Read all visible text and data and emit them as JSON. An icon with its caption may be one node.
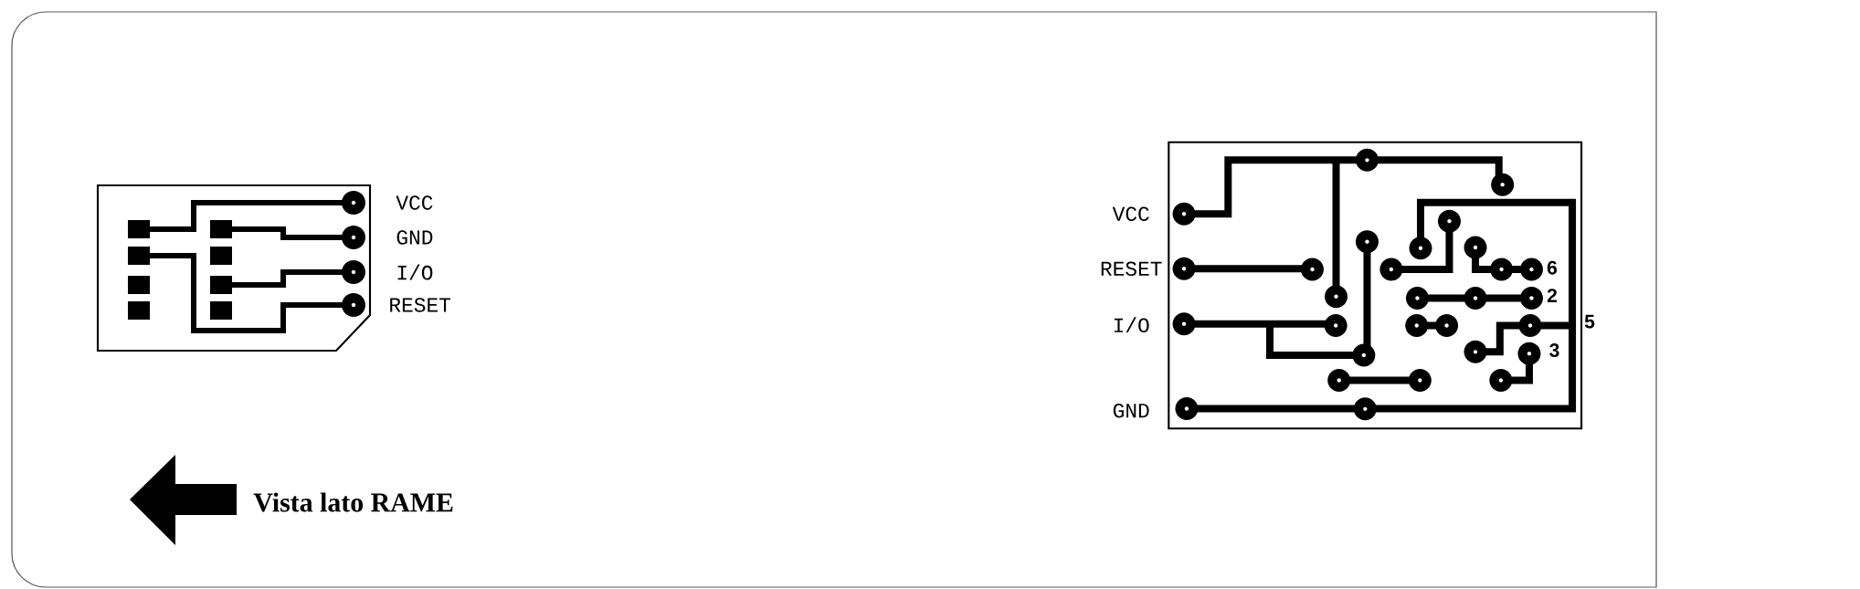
{
  "diagram": {
    "labels": [
      "VCC",
      "GND",
      "I/O",
      "RESET",
      "VCC",
      "RESET",
      "I/O",
      "GND",
      "6",
      "2",
      "5",
      "3",
      "Vista lato RAME"
    ]
  }
}
